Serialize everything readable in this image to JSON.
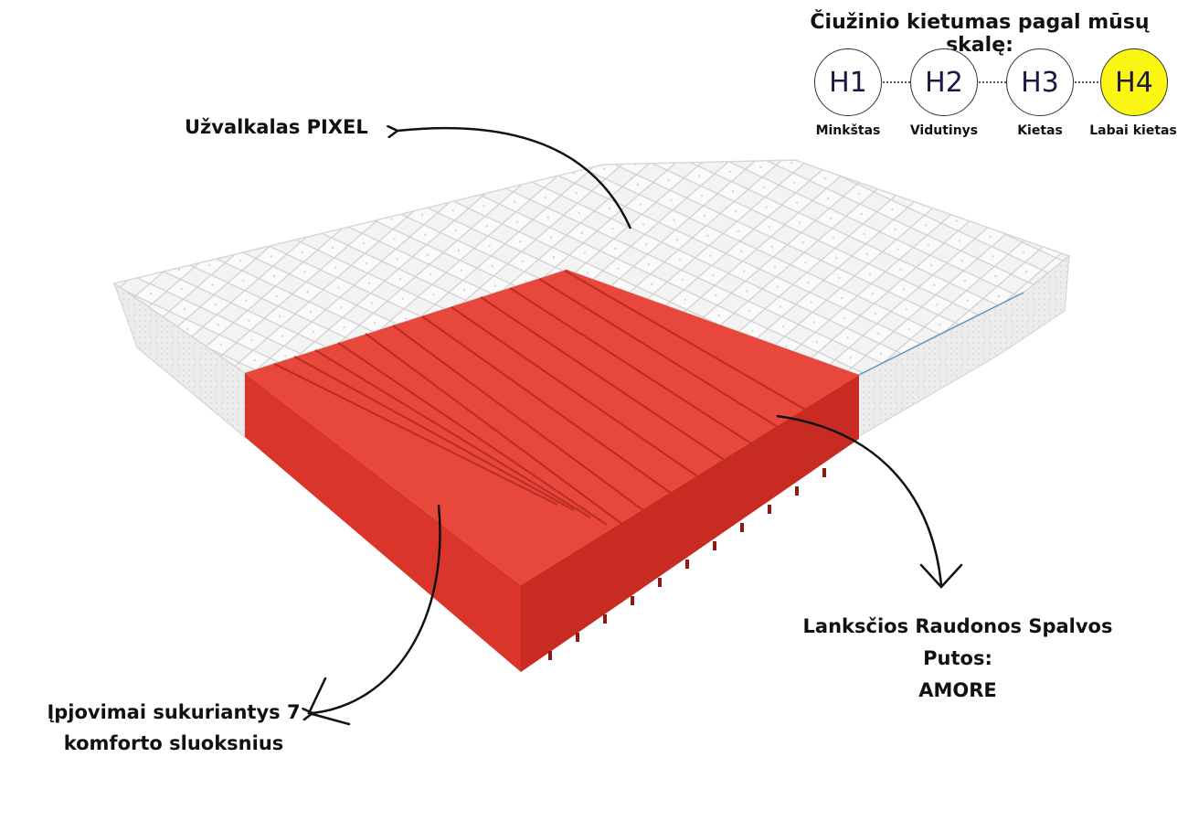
{
  "scale": {
    "title": "Čiužinio kietumas pagal mūsų skalę:",
    "levels": [
      {
        "code": "H1",
        "label": "Minkštas",
        "active": false
      },
      {
        "code": "H2",
        "label": "Vidutinys",
        "active": false
      },
      {
        "code": "H3",
        "label": "Kietas",
        "active": false
      },
      {
        "code": "H4",
        "label": "Labai kietas",
        "active": true
      }
    ],
    "highlight_color": "#fbf513"
  },
  "callouts": {
    "cover": "Užvalkalas PIXEL",
    "cuts_line1": "Įpjovimai sukuriantys 7",
    "cuts_line2": "komforto sluoksnius",
    "foam_line1": "Lanksčios Raudonos Spalvos",
    "foam_line2": "Putos:",
    "foam_line3": "AMORE"
  },
  "colors": {
    "foam": "#e03a2f",
    "cover": "#efefef",
    "arrow": "#111111"
  }
}
